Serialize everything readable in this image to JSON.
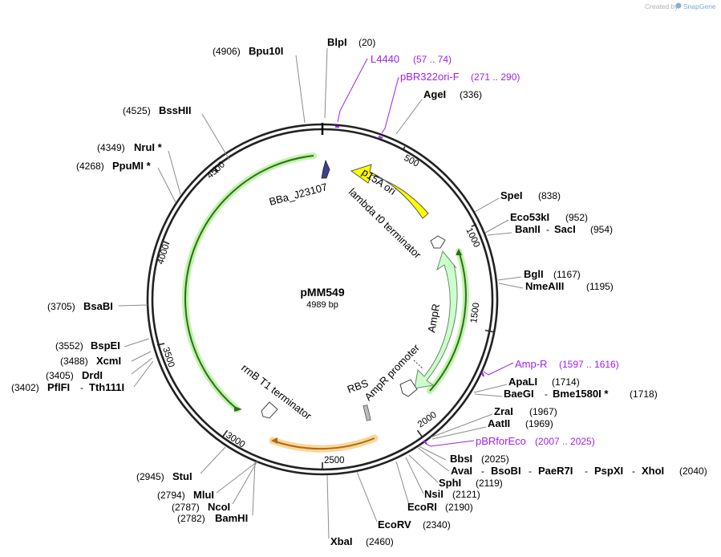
{
  "credit": {
    "text": "Created by",
    "brand": "SnapGene"
  },
  "plasmid": {
    "name": "pMM549",
    "length_label": "4989 bp"
  },
  "ticks": [
    "500",
    "1000",
    "1500",
    "2000",
    "2500",
    "3000",
    "3500",
    "4000",
    "4500"
  ],
  "features": {
    "p15a_ori": "p15A ori",
    "lambda_t0": "lambda t0 terminator",
    "ampr": "AmpR",
    "ampr_promoter": "AmpR promoter",
    "rbs": "RBS",
    "rrnb_t1": "rrnB T1 terminator",
    "bba": "BBa_J23107"
  },
  "sites": [
    {
      "pos": "(20)",
      "name": "BlpI"
    },
    {
      "pos": "(336)",
      "name": "AgeI"
    },
    {
      "pos": "(838)",
      "name": "SpeI"
    },
    {
      "pos": "(952)",
      "name": "Eco53kI"
    },
    {
      "pos": "(954)",
      "name": "BanII",
      "name2": "SacI"
    },
    {
      "pos": "(1167)",
      "name": "BglI"
    },
    {
      "pos": "(1195)",
      "name": "NmeAIII"
    },
    {
      "pos": "(1714)",
      "name": "ApaLI"
    },
    {
      "pos": "(1718)",
      "name": "BaeGI",
      "name2": "Bme1580I *"
    },
    {
      "pos": "(1967)",
      "name": "ZraI"
    },
    {
      "pos": "(1969)",
      "name": "AatII"
    },
    {
      "pos": "(2025)",
      "name": "BbsI"
    },
    {
      "pos": "(2040)",
      "name": "AvaI",
      "name2": "BsoBI",
      "name3": "PaeR7I",
      "name4": "PspXI",
      "name5": "XhoI"
    },
    {
      "pos": "(2119)",
      "name": "SphI"
    },
    {
      "pos": "(2121)",
      "name": "NsiI"
    },
    {
      "pos": "(2190)",
      "name": "EcoRI"
    },
    {
      "pos": "(2340)",
      "name": "EcoRV"
    },
    {
      "pos": "(2460)",
      "name": "XbaI"
    },
    {
      "pos": "(2782)",
      "name": "BamHI"
    },
    {
      "pos": "(2787)",
      "name": "NcoI"
    },
    {
      "pos": "(2794)",
      "name": "MluI"
    },
    {
      "pos": "(2945)",
      "name": "StuI"
    },
    {
      "pos": "(3402)",
      "name": "PflFI",
      "name2": "Tth111I"
    },
    {
      "pos": "(3405)",
      "name": "DrdI"
    },
    {
      "pos": "(3488)",
      "name": "XcmI"
    },
    {
      "pos": "(3552)",
      "name": "BspEI"
    },
    {
      "pos": "(3705)",
      "name": "BsaBI"
    },
    {
      "pos": "(4268)",
      "name": "PpuMI *"
    },
    {
      "pos": "(4349)",
      "name": "NruI *"
    },
    {
      "pos": "(4525)",
      "name": "BssHII"
    },
    {
      "pos": "(4906)",
      "name": "Bpu10I"
    }
  ],
  "primers": [
    {
      "name": "L4440",
      "pos": "(57 .. 74)"
    },
    {
      "name": "pBR322ori-F",
      "pos": "(271 .. 290)"
    },
    {
      "name": "Amp-R",
      "pos": "(1597 .. 1616)"
    },
    {
      "name": "pBRforEco",
      "pos": "(2007 .. 2025)"
    }
  ],
  "colors": {
    "backbone": "#222222",
    "primer": "#a020f0",
    "p15a_ori_fill": "#ffff00",
    "ampr_fill": "#ccffcc",
    "ampr_glow": "#aaee88",
    "orange_glow": "#f5c56a",
    "bba_fill": "#3f3f8f"
  }
}
